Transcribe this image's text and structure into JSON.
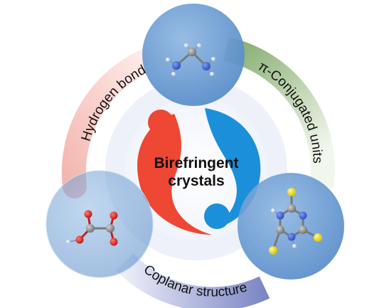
{
  "center": {
    "line1": "Birefringent",
    "line2": "crystals"
  },
  "arcs": {
    "hydrogen_bond": "Hydrogen bond",
    "pi_conjugated": "π-Conjugated units",
    "coplanar": "Coplanar structure"
  },
  "molecules": {
    "top": "ethylenediamine-like molecule",
    "left": "oxalic acid-like molecule",
    "right": "triazine-like molecule"
  },
  "colors": {
    "hydrogen_bond_arc": "#f2b4b0",
    "pi_conjugated_arc": "#8fb47a",
    "coplanar_arc": "#8f97c9",
    "circle_fill": "#6b9bd2",
    "swirl_red": "#ee4733",
    "swirl_blue": "#1b8fd9",
    "atom_carbon": "#8a8a8a",
    "atom_nitrogen": "#3a5fd6",
    "atom_oxygen": "#e02020",
    "atom_sulfur": "#f0e020",
    "atom_hydrogen": "#dfe8f5"
  }
}
